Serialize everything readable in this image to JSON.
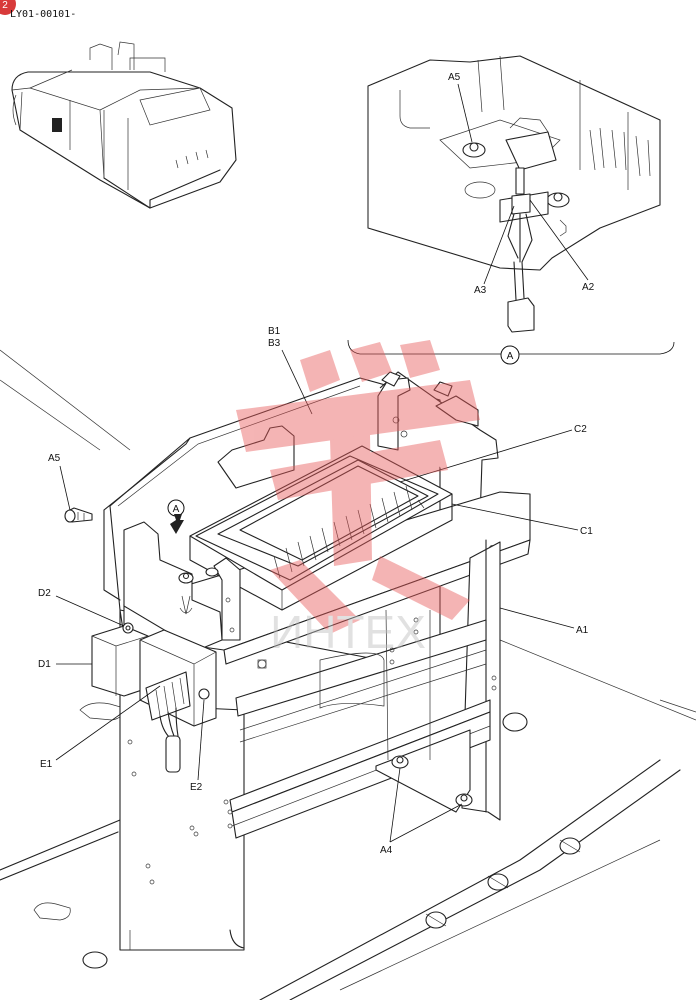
{
  "document": {
    "code": "LY01-00101-",
    "badge": "2",
    "watermark_text": "ИНТЕХ"
  },
  "detail": {
    "circle_label": "A"
  },
  "callouts": {
    "a5_top": "A5",
    "a3": "A3",
    "a2": "A2",
    "b1": "B1",
    "b3": "B3",
    "c2": "C2",
    "c1": "C1",
    "a5_side": "A5",
    "d2": "D2",
    "d1": "D1",
    "e1": "E1",
    "e2": "E2",
    "a1": "A1",
    "a4": "A4",
    "view_marker": "A"
  },
  "colors": {
    "watermark": "#e85a5a",
    "badge": "#d83a3a",
    "ink": "#222222"
  }
}
